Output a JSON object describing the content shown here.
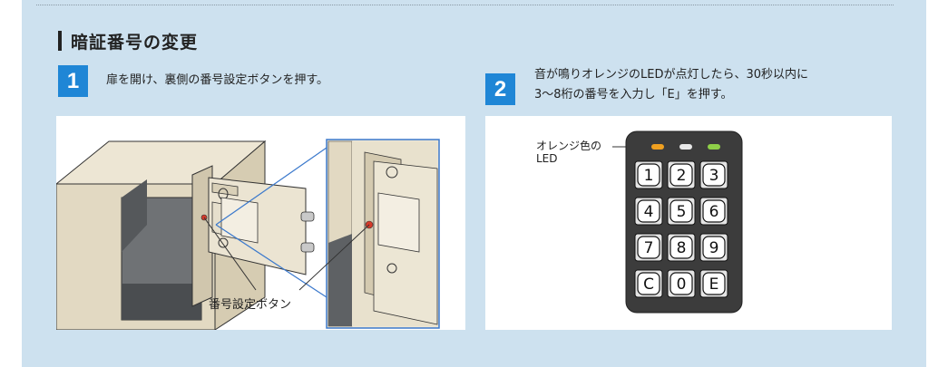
{
  "section": {
    "title": "暗証番号の変更"
  },
  "steps": [
    {
      "number": "1",
      "text": "扉を開け、裏側の番号設定ボタンを押す。"
    },
    {
      "number": "2",
      "text_line1": "音が鳴りオレンジのLEDが点灯したら、30秒以内に",
      "text_line2": "3〜8桁の番号を入力し「E」を押す。"
    }
  ],
  "figure1": {
    "callout": "番号設定ボタン"
  },
  "figure2": {
    "led_label_line1": "オレンジ色の",
    "led_label_line2": "LED",
    "leds": [
      {
        "color": "#f0a020"
      },
      {
        "color": "#e8e8e8"
      },
      {
        "color": "#8fd048"
      }
    ],
    "keys": [
      "1",
      "2",
      "3",
      "4",
      "5",
      "6",
      "7",
      "8",
      "9",
      "C",
      "0",
      "E"
    ]
  }
}
